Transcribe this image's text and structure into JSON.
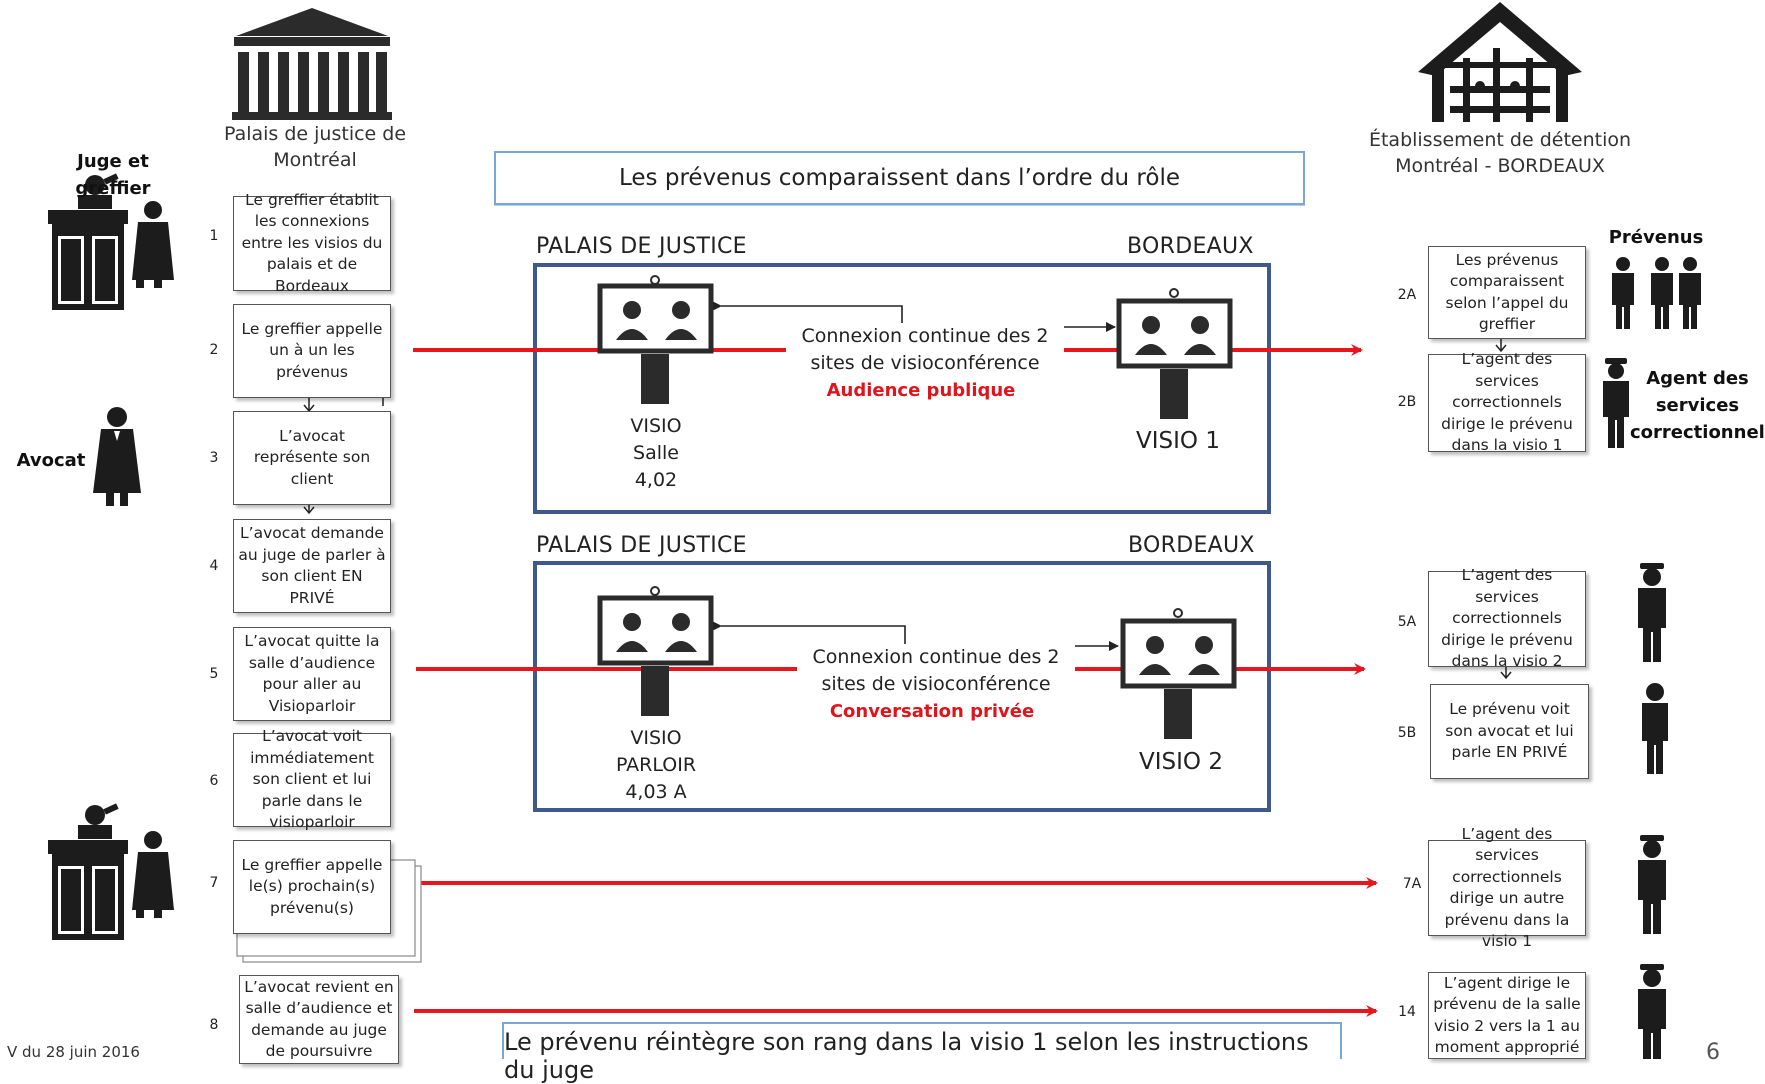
{
  "header": {
    "courthouse_caption": "Palais de justice de Montréal",
    "detention_caption_line1": "Établissement de détention",
    "detention_caption_line2": "Montréal - BORDEAUX",
    "banner_top": "Les prévenus comparaissent dans l’ordre du rôle"
  },
  "actors_left": {
    "judge_clerk": "Juge et greffier",
    "lawyer": "Avocat"
  },
  "actors_right": {
    "accused": "Prévenus",
    "agent_line1": "Agent des",
    "agent_line2": "services",
    "agent_line3": "correctionnels"
  },
  "left_steps": [
    {
      "num": "1",
      "text": "Le greffier établit les connexions entre les visios du palais et de Bordeaux"
    },
    {
      "num": "2",
      "text": "Le greffier appelle un à un les prévenus"
    },
    {
      "num": "3",
      "text": "L’avocat représente son client"
    },
    {
      "num": "4",
      "text": "L’avocat demande au juge de parler à son client EN PRIVÉ"
    },
    {
      "num": "5",
      "text": "L’avocat quitte la salle d’audience pour aller au Visioparloir"
    },
    {
      "num": "6",
      "text": "L’avocat voit immédiatement son client et lui parle dans le visioparloir"
    },
    {
      "num": "7",
      "text": "Le greffier appelle le(s) prochain(s) prévenu(s)"
    },
    {
      "num": "8",
      "text": "L’avocat revient en salle d’audience et demande au juge de poursuivre"
    }
  ],
  "right_steps": [
    {
      "num": "2A",
      "text": "Les prévenus comparaissent selon l’appel du greffier"
    },
    {
      "num": "2B",
      "text": "L’agent des services correctionnels dirige le prévenu dans la visio 1"
    },
    {
      "num": "5A",
      "text": "L’agent des services correctionnels dirige le prévenu dans la visio 2"
    },
    {
      "num": "5B",
      "text": "Le prévenu voit son avocat et lui parle EN PRIVÉ"
    },
    {
      "num": "7A",
      "text": "L’agent des services correctionnels dirige un autre prévenu dans la visio 1"
    },
    {
      "num": "14",
      "text": "L’agent dirige le prévenu de la salle visio 2 vers la 1 au moment approprié"
    }
  ],
  "panel1": {
    "left_title": "PALAIS DE JUSTICE",
    "right_title": "BORDEAUX",
    "left_screen_lines": [
      "VISIO",
      "Salle",
      "4,02"
    ],
    "right_screen_label": "VISIO 1",
    "connection_line1": "Connexion continue des 2",
    "connection_line2": "sites de visioconférence",
    "connection_type": "Audience publique"
  },
  "panel2": {
    "left_title": "PALAIS DE JUSTICE",
    "right_title": "BORDEAUX",
    "left_screen_lines": [
      "VISIO",
      "PARLOIR",
      "4,03 A"
    ],
    "right_screen_label": "VISIO 2",
    "connection_line1": "Connexion continue des 2",
    "connection_line2": "sites de visioconférence",
    "connection_type": "Conversation privée"
  },
  "footer": {
    "banner_bottom": "Le prévenu réintègre son rang dans la visio 1 selon les instructions du juge",
    "version": "V du 28 juin 2016",
    "page_number": "6"
  },
  "colors": {
    "arrow_red": "#e8161c",
    "panel_border": "#3f5a8a",
    "banner_border": "#7aa7d4",
    "icon_dark": "#1c1c1c"
  }
}
